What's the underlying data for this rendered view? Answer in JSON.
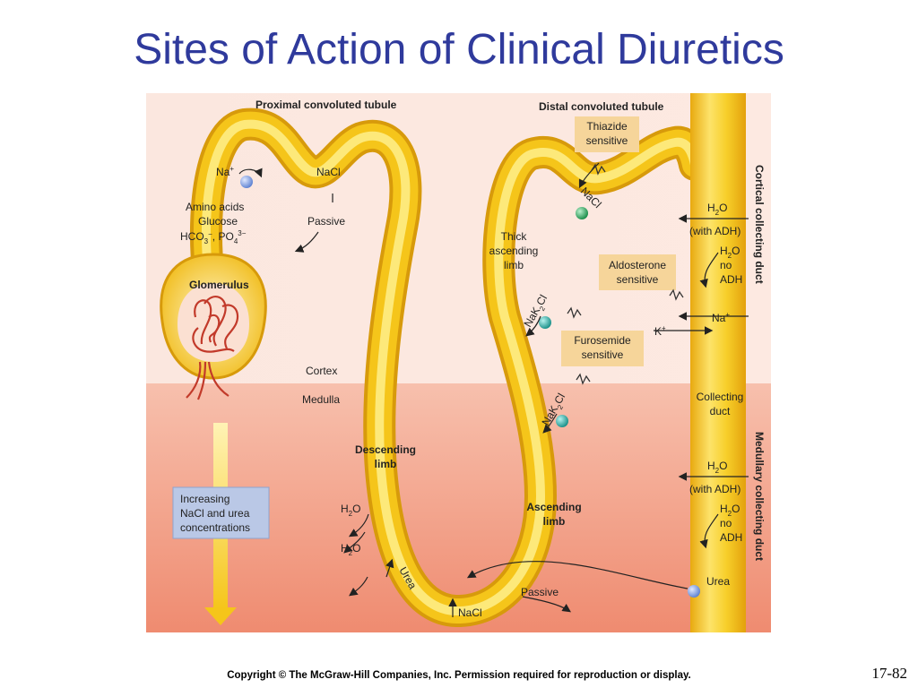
{
  "title": "Sites of Action of Clinical Diuretics",
  "labels": {
    "proximal": "Proximal convoluted tubule",
    "distal": "Distal convoluted tubule",
    "thiazide_1": "Thiazide",
    "thiazide_2": "sensitive",
    "cortical_duct": "Cortical collecting duct",
    "medullary_duct": "Medullary collecting duct",
    "na": "Na",
    "na_sup": "+",
    "nacl_top": "NaCl",
    "amino": "Amino acids",
    "glucose": "Glucose",
    "hco": "HCO",
    "hco_sub": "3",
    "hco_sup": "−",
    "po": ", PO",
    "po_sub": "4",
    "po_sup": "3−",
    "passive_top": "Passive",
    "nacl_dct": "NaCl",
    "h2o": "H",
    "h2o_sub": "2",
    "h2o_o": "O",
    "with_adh": "(with ADH)",
    "no": "no",
    "adh": "ADH",
    "thick_1": "Thick",
    "thick_2": "ascending",
    "thick_3": "limb",
    "glomerulus": "Glomerulus",
    "aldo_1": "Aldosterone",
    "aldo_2": "sensitive",
    "nak2cl": "NaK",
    "nak2cl_sub": "2",
    "nak2cl_cl": "Cl",
    "na_right": "Na",
    "k_right": "K",
    "furo_1": "Furosemide",
    "furo_2": "sensitive",
    "cortex": "Cortex",
    "medulla": "Medulla",
    "collecting_1": "Collecting",
    "collecting_2": "duct",
    "desc_1": "Descending",
    "desc_2": "limb",
    "increasing_1": "Increasing",
    "increasing_2": "NaCl and urea",
    "increasing_3": "concentrations",
    "asc_1": "Ascending",
    "asc_2": "limb",
    "urea_loop": "Urea",
    "urea_right": "Urea",
    "passive_bottom": "Passive",
    "nacl_bottom": "NaCl"
  },
  "copyright": "Copyright © The McGraw-Hill Companies, Inc. Permission required for reproduction or display.",
  "slide_number": "17-82",
  "colors": {
    "title": "#2f3a9c",
    "cortex_bg": "#fbe3da",
    "medulla_bg": "#f3a38c",
    "tubule": "#f5c51a",
    "tubule_light": "#fde56a",
    "label_box": "#f6d59a",
    "info_box": "#bac8e6",
    "green_ball": "#27a35a",
    "teal_ball": "#22a8a0",
    "blue_ball": "#7b9de0"
  }
}
